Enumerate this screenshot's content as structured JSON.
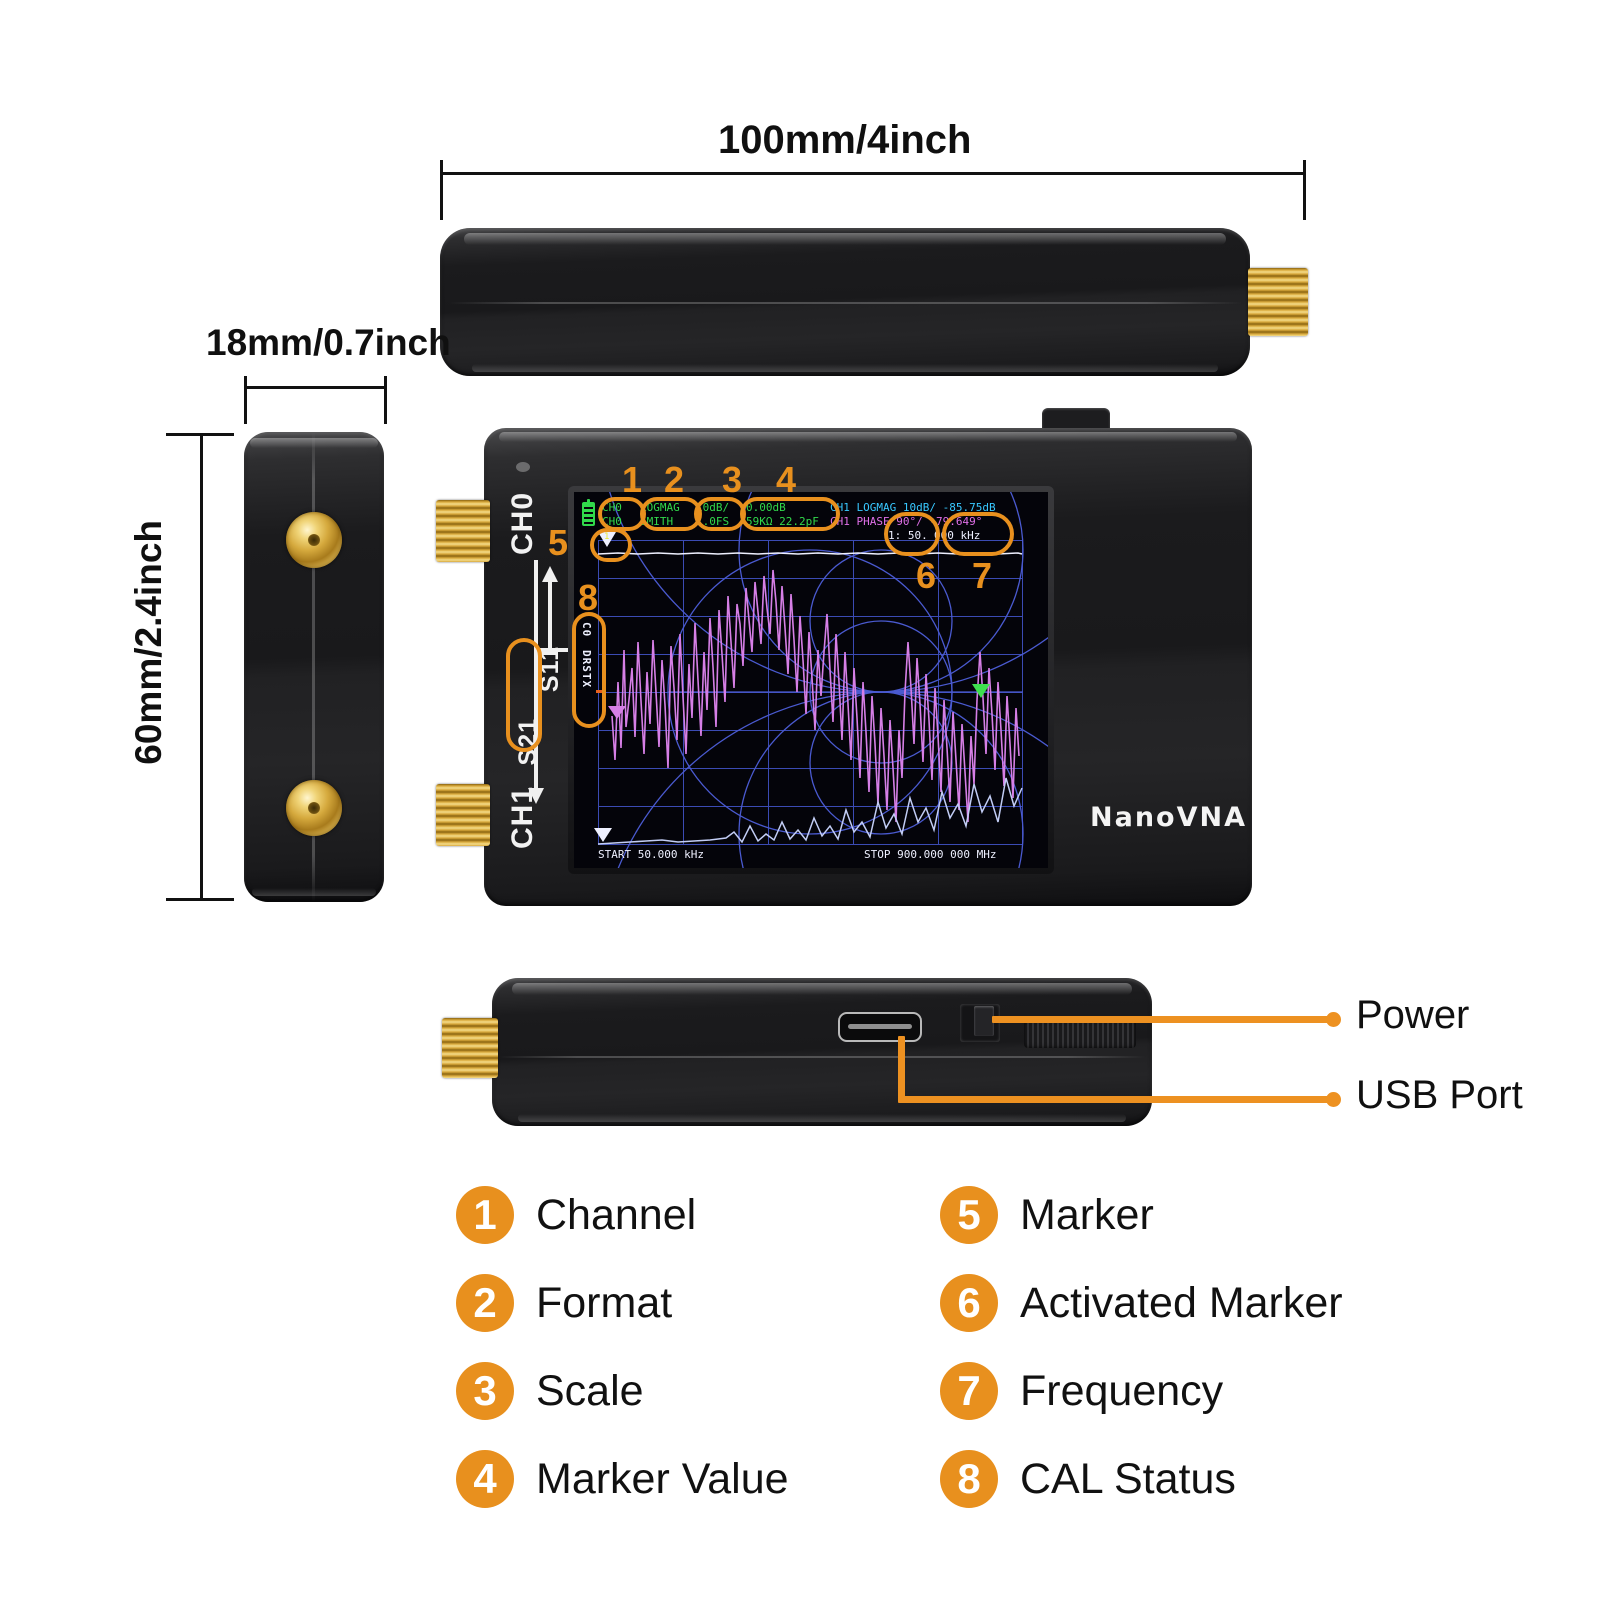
{
  "dimensions": {
    "length": "100mm/4inch",
    "thickness": "18mm/0.7inch",
    "height": "60mm/2.4inch"
  },
  "device": {
    "brand": "NanoVNA",
    "port_labels": {
      "ch0": "CH0",
      "ch1": "CH1",
      "s11": "S11",
      "s21": "S21"
    }
  },
  "screen": {
    "trace0": {
      "channel": "CH0",
      "channel2": "CH0",
      "format": "LOGMAG",
      "format2": "SMITH",
      "scale": "10dB/",
      "scale2": "1.0FS",
      "marker_value": "0.00dB",
      "marker_value2": "59KΩ 22.2pF"
    },
    "trace1": {
      "line1": "CH1 LOGMAG 10dB/ -85.75dB",
      "line2": "CH1 PHASE 90°/ -79.649°"
    },
    "active_marker": "1: 50.",
    "marker_frequency": "000 kHz",
    "cal_status_top": "C0",
    "cal_status": "DRSTX",
    "sweep_start": "START 50.000 kHz",
    "sweep_stop": "STOP 900.000 000 MHz"
  },
  "callouts": {
    "numbers": [
      "1",
      "2",
      "3",
      "4",
      "5",
      "6",
      "7",
      "8"
    ],
    "power": "Power",
    "usb_port": "USB Port"
  },
  "legend": {
    "left": [
      {
        "n": "1",
        "label": "Channel"
      },
      {
        "n": "2",
        "label": "Format"
      },
      {
        "n": "3",
        "label": "Scale"
      },
      {
        "n": "4",
        "label": "Marker Value"
      }
    ],
    "right": [
      {
        "n": "5",
        "label": "Marker"
      },
      {
        "n": "6",
        "label": "Activated Marker"
      },
      {
        "n": "7",
        "label": "Frequency"
      },
      {
        "n": "8",
        "label": "CAL Status"
      }
    ]
  },
  "colors": {
    "accent": "#e8901e",
    "leader": "#ed9121",
    "screen_bg": "#04040a",
    "grid": "#3b4bb4",
    "trace_smith": "#d080e0",
    "trace_logmag": "#c8d4ff"
  }
}
